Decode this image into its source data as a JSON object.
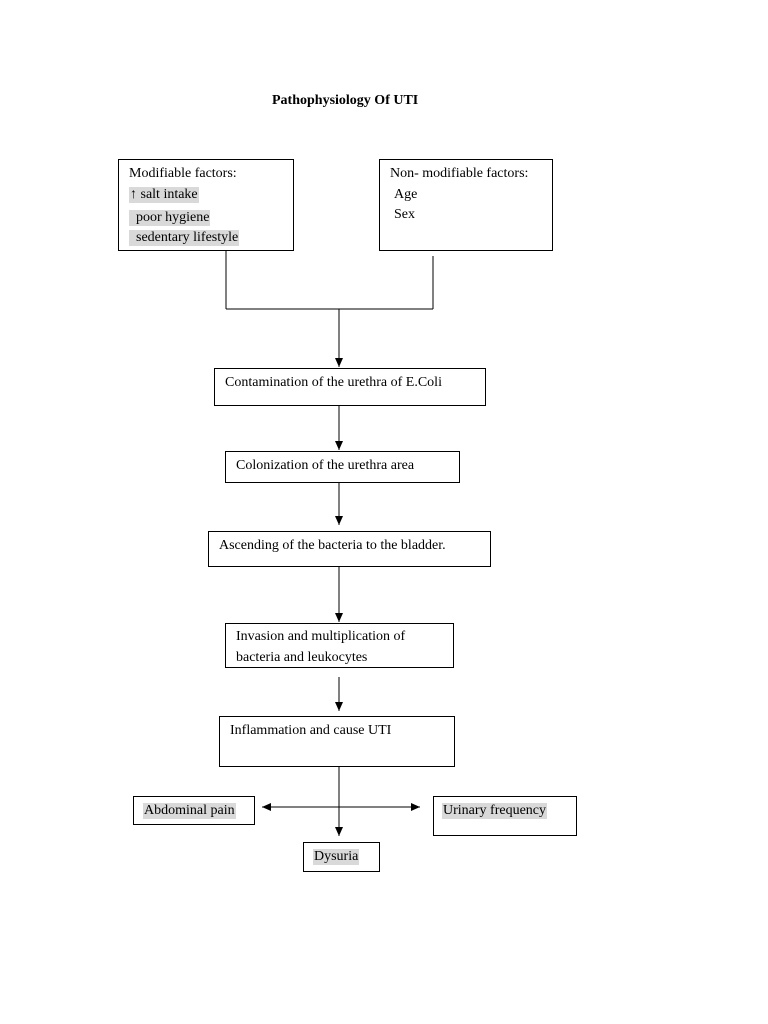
{
  "title": "Pathophysiology Of UTI",
  "modifiable": {
    "heading": "Modifiable factors:",
    "items": [
      "↑ salt intake",
      "poor hygiene",
      "sedentary lifestyle"
    ]
  },
  "non_modifiable": {
    "heading": "Non- modifiable factors:",
    "items": [
      "Age",
      "Sex"
    ]
  },
  "steps": {
    "contamination": "Contamination of the urethra of E.Coli",
    "colonization": "Colonization of the urethra area",
    "ascending": "Ascending of the bacteria to the bladder.",
    "invasion_line1": "Invasion and multiplication of",
    "invasion_line2": "bacteria and leukocytes",
    "inflammation": "Inflammation and cause UTI"
  },
  "outcomes": {
    "abdominal_pain": "Abdominal pain",
    "urinary_frequency": "Urinary frequency",
    "dysuria": "Dysuria"
  },
  "colors": {
    "highlight": "#d9d9d9",
    "stroke": "#000000"
  }
}
